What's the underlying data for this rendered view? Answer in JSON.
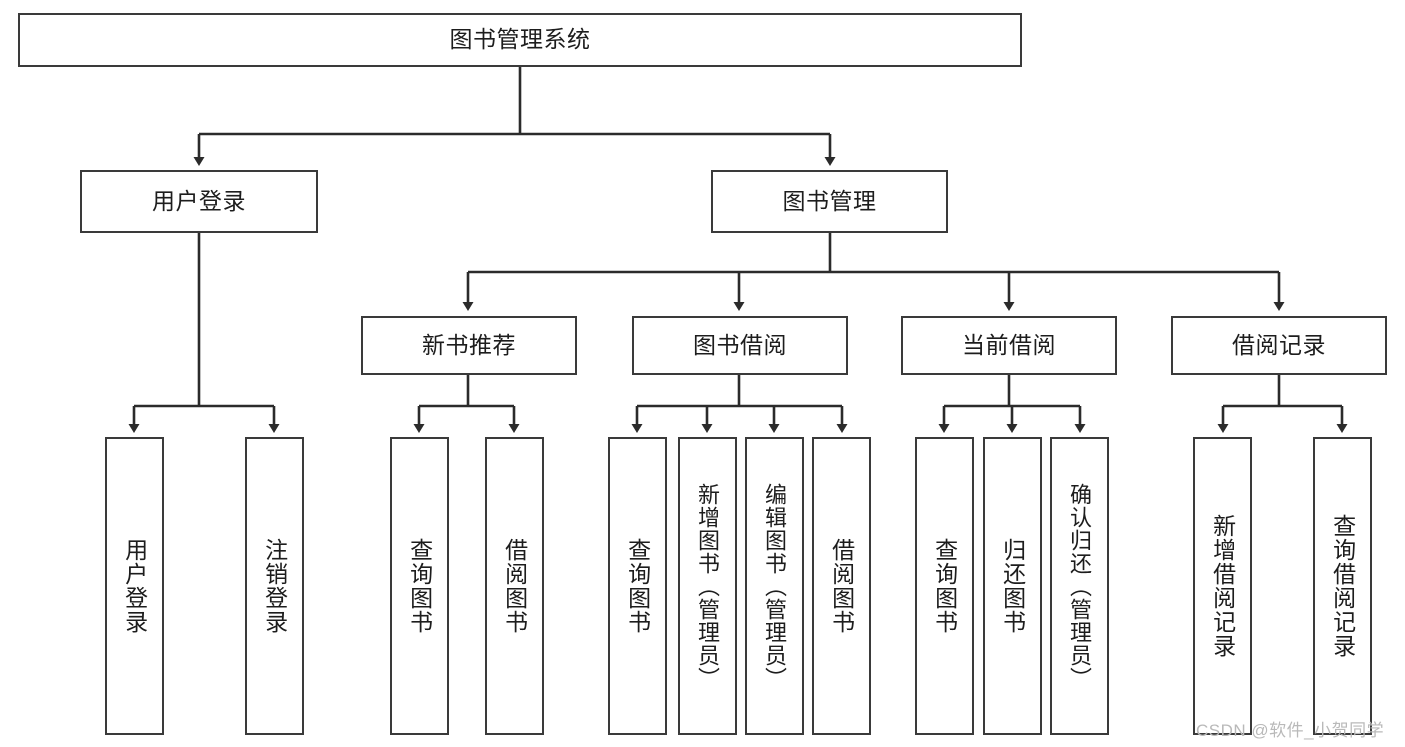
{
  "diagram": {
    "title": "图书管理系统",
    "type": "tree-hierarchy-chart",
    "watermark": "CSDN @软件_小贺同学",
    "nodes": {
      "root": {
        "label": "图书管理系统"
      },
      "level2": [
        {
          "label": "用户登录"
        },
        {
          "label": "图书管理"
        }
      ],
      "level3": [
        {
          "label": "新书推荐"
        },
        {
          "label": "图书借阅"
        },
        {
          "label": "当前借阅"
        },
        {
          "label": "借阅记录"
        }
      ],
      "leaves_user_login": [
        {
          "label": "用户登录"
        },
        {
          "label": "注销登录"
        }
      ],
      "leaves_new_book": [
        {
          "label": "查询图书"
        },
        {
          "label": "借阅图书"
        }
      ],
      "leaves_borrow": [
        {
          "label": "查询图书"
        },
        {
          "label": "新增图书（管理员）"
        },
        {
          "label": "编辑图书（管理员）"
        },
        {
          "label": "借阅图书"
        }
      ],
      "leaves_current": [
        {
          "label": "查询图书"
        },
        {
          "label": "归还图书"
        },
        {
          "label": "确认归还（管理员）"
        }
      ],
      "leaves_record": [
        {
          "label": "新增借阅记录"
        },
        {
          "label": "查询借阅记录"
        }
      ]
    },
    "colors": {
      "box_border": "#3a3a3a",
      "box_fill": "#ffffff",
      "edge": "#2b2b2b",
      "text": "#1d1d1d",
      "watermark": "#b9b9b9"
    }
  }
}
